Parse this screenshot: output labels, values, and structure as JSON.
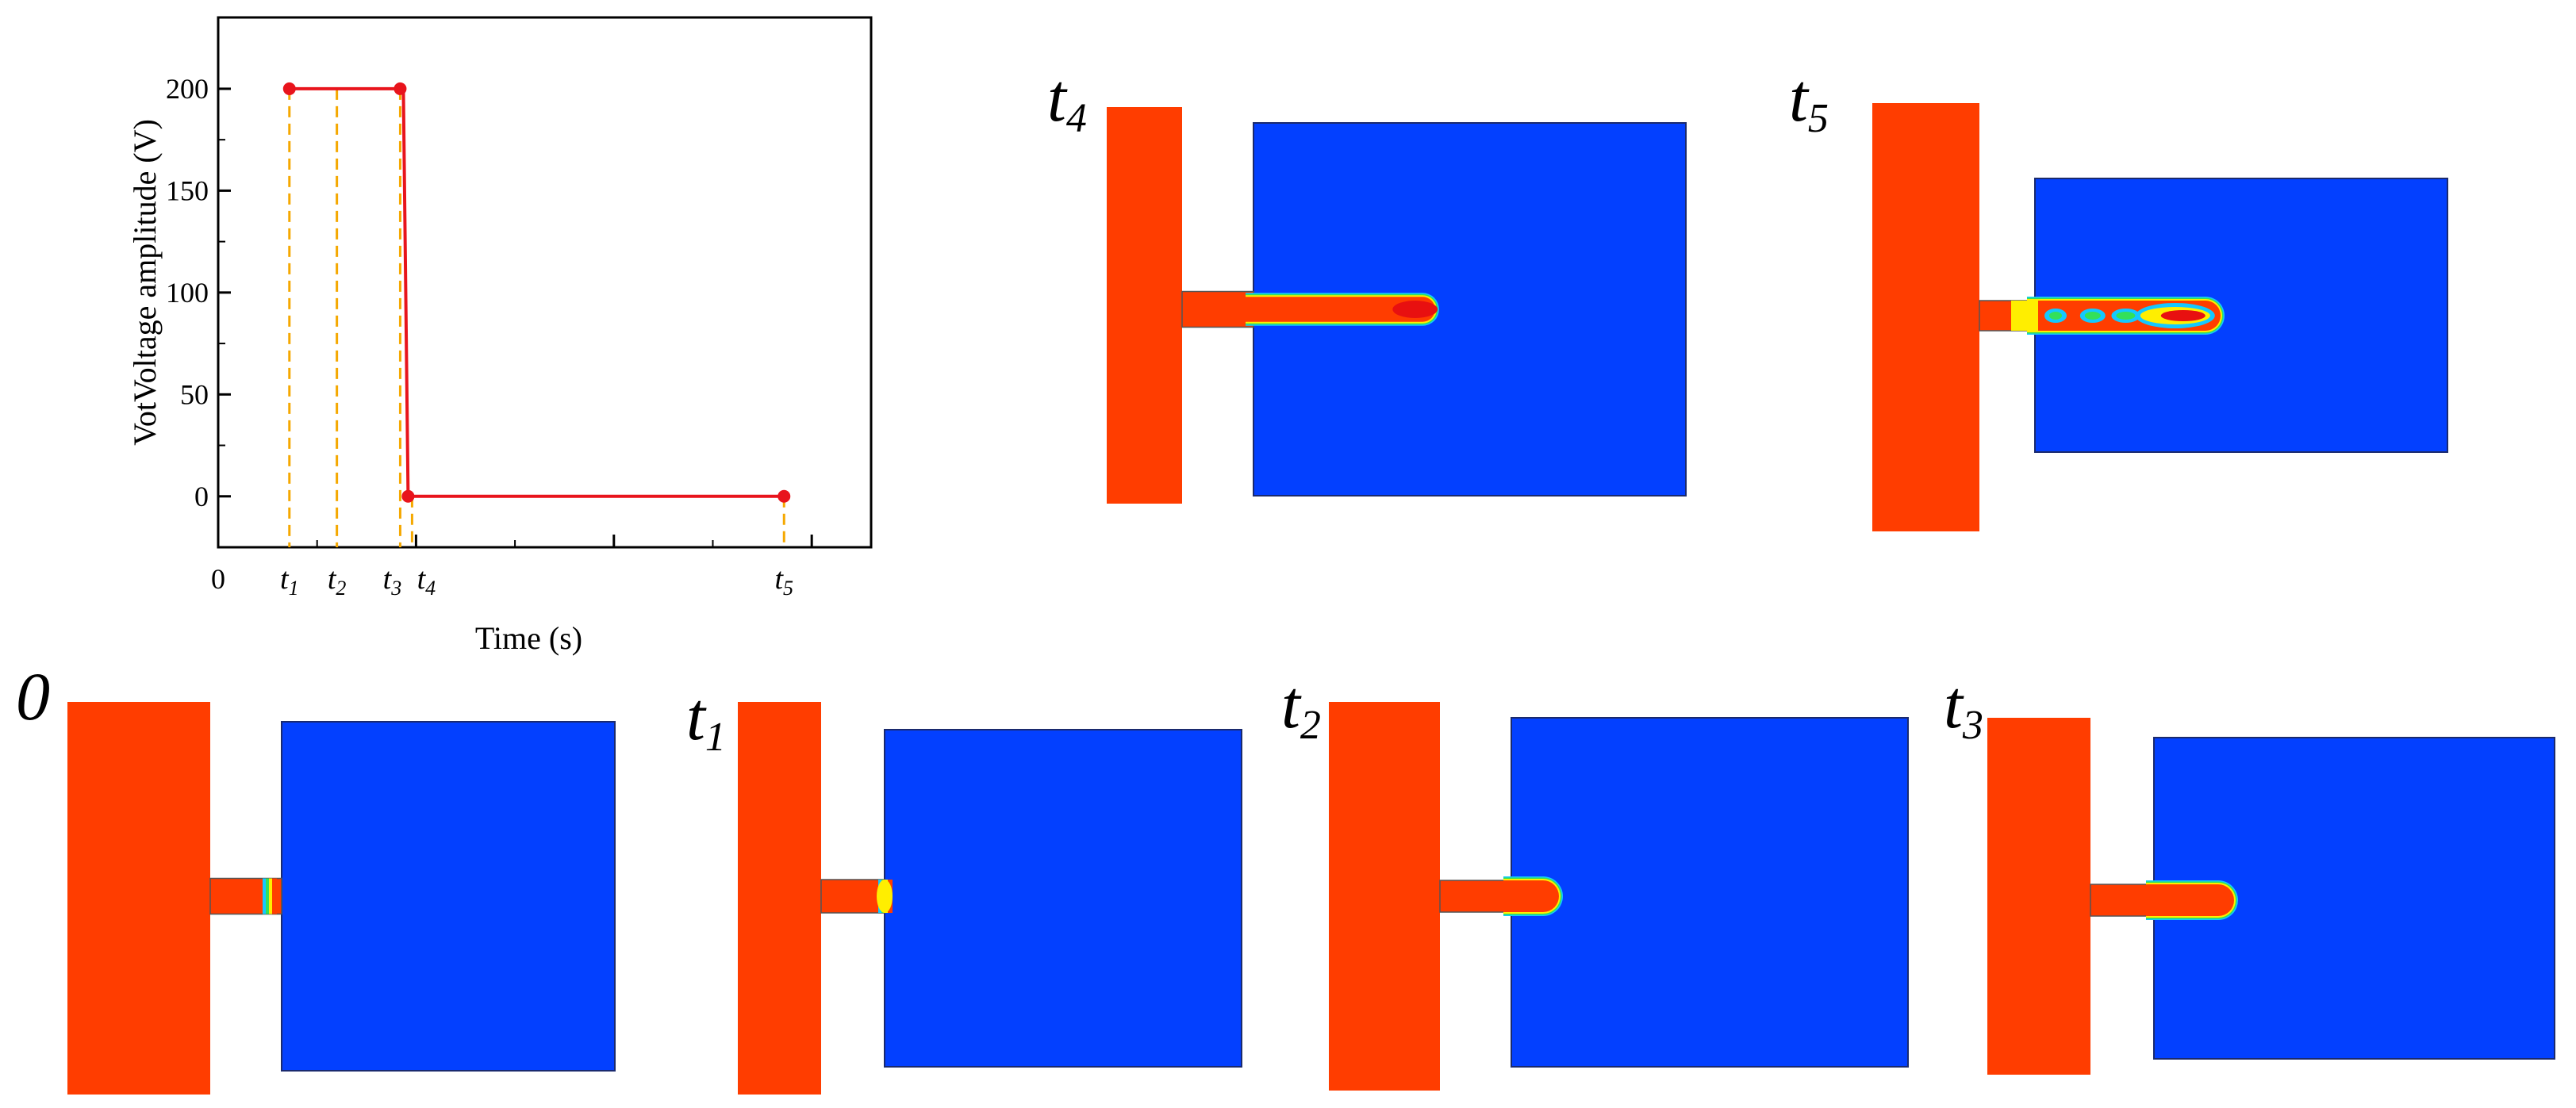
{
  "chart_data": {
    "type": "line",
    "xlabel": "Time (s)",
    "ylabel": "VotVoltage amplitude (V)",
    "ylim": [
      -25,
      235
    ],
    "yticks": [
      0,
      50,
      100,
      150,
      200
    ],
    "x_origin_label": "0",
    "series": [
      {
        "x": [
          0.18,
          0.46,
          0.468,
          0.48,
          1.43
        ],
        "values": [
          200,
          200,
          200,
          0,
          0
        ],
        "color": "#e8141c"
      }
    ],
    "markers": [
      {
        "x": 0.18,
        "y": 200
      },
      {
        "x": 0.46,
        "y": 200
      },
      {
        "x": 0.48,
        "y": 0
      },
      {
        "x": 1.43,
        "y": 0
      }
    ],
    "time_marks": [
      {
        "name": "t1",
        "x": 0.18,
        "letter": "t",
        "sub": "1"
      },
      {
        "name": "t2",
        "x": 0.3,
        "letter": "t",
        "sub": "2"
      },
      {
        "name": "t3",
        "x": 0.46,
        "letter": "t",
        "sub": "3"
      },
      {
        "name": "t4",
        "x": 0.49,
        "letter": "t",
        "sub": "4"
      },
      {
        "name": "t5",
        "x": 1.43,
        "letter": "t",
        "sub": "5"
      }
    ],
    "guide_color": "#f5a800"
  },
  "frames": [
    {
      "id": "frame-0",
      "label_main": "0",
      "label_sub": "",
      "tip_length": 0.05,
      "state": "initial",
      "droplets": []
    },
    {
      "id": "frame-t1",
      "label_main": "t",
      "label_sub": "1",
      "tip_length": 0.05,
      "state": "bulge",
      "droplets": []
    },
    {
      "id": "frame-t2",
      "label_main": "t",
      "label_sub": "2",
      "tip_length": 0.12,
      "state": "jet",
      "droplets": []
    },
    {
      "id": "frame-t3",
      "label_main": "t",
      "label_sub": "3",
      "tip_length": 0.2,
      "state": "jet",
      "droplets": []
    },
    {
      "id": "frame-t4",
      "label_main": "t",
      "label_sub": "4",
      "tip_length": 0.42,
      "state": "long-jet",
      "droplets": []
    },
    {
      "id": "frame-t5",
      "label_main": "t",
      "label_sub": "5",
      "tip_length": 0.45,
      "state": "breakup",
      "droplets": [
        0.1,
        0.2,
        0.3
      ]
    }
  ],
  "colors": {
    "phase_a": "#ff3d00",
    "phase_b": "#0340ff",
    "interface_inner": "#ffee00",
    "interface_mid": "#33e05a",
    "interface_outer": "#14c8ff",
    "core": "#e81010"
  }
}
